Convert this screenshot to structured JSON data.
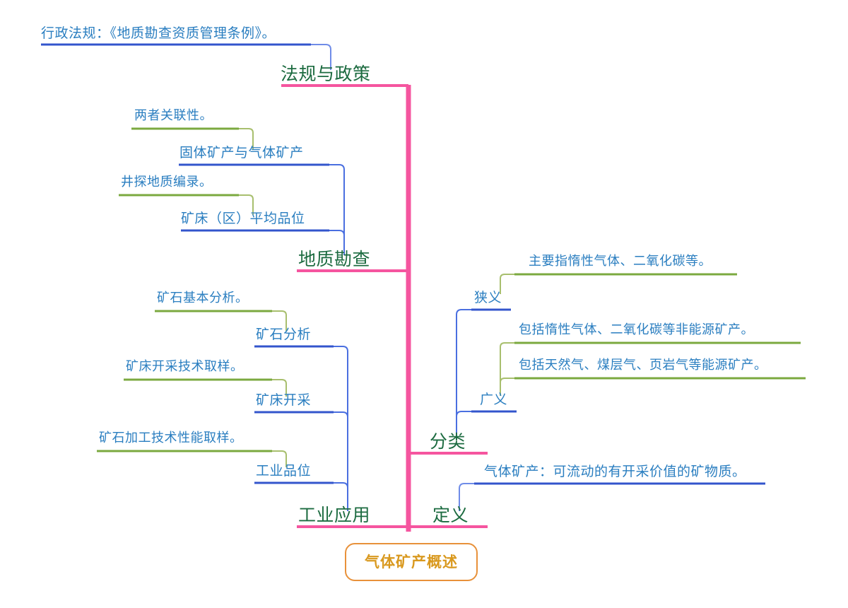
{
  "diagram": {
    "type": "mind-map",
    "title": "气体矿产概述",
    "orientation": "vertical-trunk",
    "colors": {
      "trunk": "#f5559f",
      "level1_text": "#1c6b40",
      "level2_text": "#2a7ec0",
      "level3_text": "#2a7ec0",
      "level2_rule": "#3355cc",
      "level3_rule": "#7ba93f",
      "root_border": "#e8913a",
      "root_text": "#d9991f",
      "background": "#ffffff"
    }
  },
  "root": {
    "label": "气体矿产概述"
  },
  "branches": {
    "regulations": {
      "label": "法规与政策",
      "children": [
        {
          "label": "行政法规：《地质勘查资质管理条例》。"
        }
      ]
    },
    "survey": {
      "label": "地质勘查",
      "children": [
        {
          "label": "固体矿产与气体矿产",
          "children": [
            {
              "label": "两者关联性。"
            }
          ]
        },
        {
          "label": "矿床（区）平均品位",
          "children": [
            {
              "label": "井探地质编录。"
            }
          ]
        }
      ]
    },
    "industrial": {
      "label": "工业应用",
      "children": [
        {
          "label": "矿石分析",
          "children": [
            {
              "label": "矿石基本分析。"
            }
          ]
        },
        {
          "label": "矿床开采",
          "children": [
            {
              "label": "矿床开采技术取样。"
            }
          ]
        },
        {
          "label": "工业品位",
          "children": [
            {
              "label": "矿石加工技术性能取样。"
            }
          ]
        }
      ]
    },
    "classification": {
      "label": "分类",
      "children": [
        {
          "label": "狭义",
          "children": [
            {
              "label": "主要指惰性气体、二氧化碳等。"
            }
          ]
        },
        {
          "label": "广义",
          "children": [
            {
              "label": "包括惰性气体、二氧化碳等非能源矿产。"
            },
            {
              "label": "包括天然气、煤层气、页岩气等能源矿产。"
            }
          ]
        }
      ]
    },
    "definition": {
      "label": "定义",
      "children": [
        {
          "label": "气体矿产：可流动的有开采价值的矿物质。"
        }
      ]
    }
  }
}
